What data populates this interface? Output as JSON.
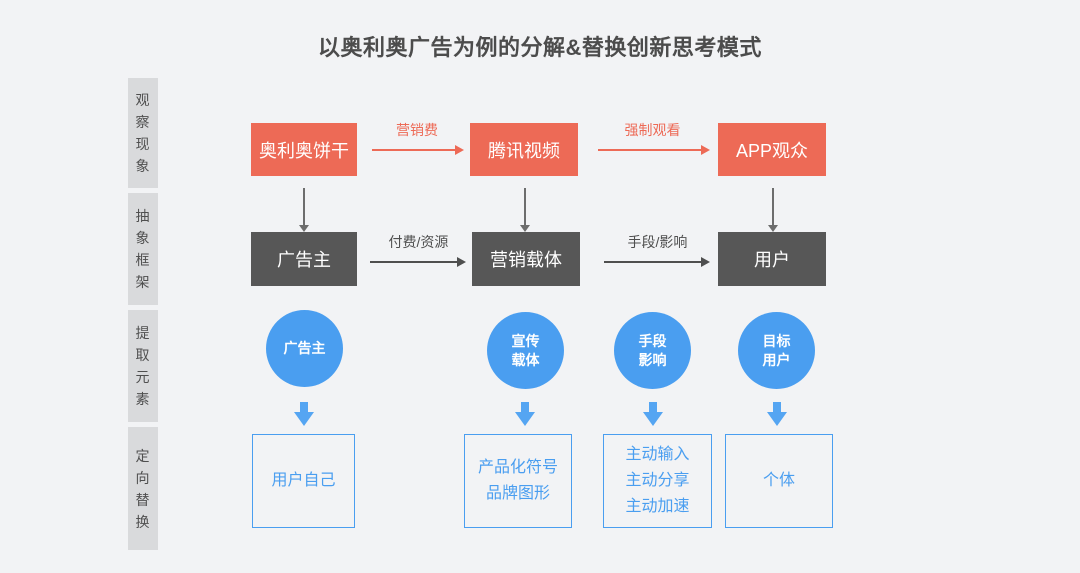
{
  "title": "以奥利奥广告为例的分解&替换创新思考模式",
  "colors": {
    "background": "#f2f3f5",
    "red": "#ed6a56",
    "gray": "#575757",
    "blue": "#4a9ef0",
    "rail": "#d9dadc"
  },
  "stages": [
    {
      "label": "观察现象",
      "chars": [
        "观",
        "察",
        "现",
        "象"
      ]
    },
    {
      "label": "抽象框架",
      "chars": [
        "抽",
        "象",
        "框",
        "架"
      ]
    },
    {
      "label": "提取元素",
      "chars": [
        "提",
        "取",
        "元",
        "素"
      ]
    },
    {
      "label": "定向替换",
      "chars": [
        "定",
        "向",
        "替",
        "换"
      ]
    }
  ],
  "row_observation": {
    "nodes": [
      {
        "label": "奥利奥饼干"
      },
      {
        "label": "腾讯视频"
      },
      {
        "label": "APP观众"
      }
    ],
    "arrows": [
      {
        "label": "营销费"
      },
      {
        "label": "强制观看"
      }
    ]
  },
  "row_framework": {
    "nodes": [
      {
        "label": "广告主"
      },
      {
        "label": "营销载体"
      },
      {
        "label": "用户"
      }
    ],
    "arrows": [
      {
        "label": "付费/资源"
      },
      {
        "label": "手段/影响"
      }
    ]
  },
  "row_elements": {
    "nodes": [
      {
        "lines": [
          "广告主"
        ]
      },
      {
        "lines": [
          "宣传",
          "载体"
        ]
      },
      {
        "lines": [
          "手段",
          "影响"
        ]
      },
      {
        "lines": [
          "目标",
          "用户"
        ]
      }
    ]
  },
  "row_replacement": {
    "nodes": [
      {
        "lines": [
          "用户自己"
        ]
      },
      {
        "lines": [
          "产品化符号",
          "品牌图形"
        ]
      },
      {
        "lines": [
          "主动输入",
          "主动分享",
          "主动加速"
        ]
      },
      {
        "lines": [
          "个体"
        ]
      }
    ]
  }
}
